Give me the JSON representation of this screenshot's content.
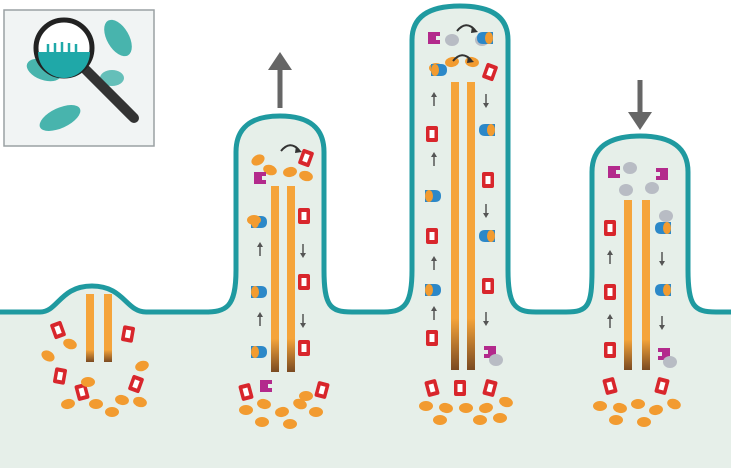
{
  "colors": {
    "membrane": "#1f9aa0",
    "cytoplasm": "#e6efe9",
    "background": "#ffffff",
    "filament": "#f5a43a",
    "filament_base": "#8a5a2a",
    "protein_red": "#d8262c",
    "protein_blue": "#2c88c8",
    "protein_magenta": "#b32a8c",
    "protein_orange": "#f29b30",
    "protein_grey": "#b8bcc4",
    "arrow": "#666666",
    "inset_bg": "#f1f4f4",
    "inset_border": "#9aa1a3"
  },
  "icons": {
    "inset": "magnifier-cell-icon",
    "grow": "arrow-up-icon",
    "shrink": "arrow-down-icon",
    "turnover": "curved-arrow-icon"
  },
  "stages": [
    {
      "id": "initiation"
    },
    {
      "id": "elongation",
      "direction": "up"
    },
    {
      "id": "mature"
    },
    {
      "id": "retraction",
      "direction": "down"
    }
  ]
}
